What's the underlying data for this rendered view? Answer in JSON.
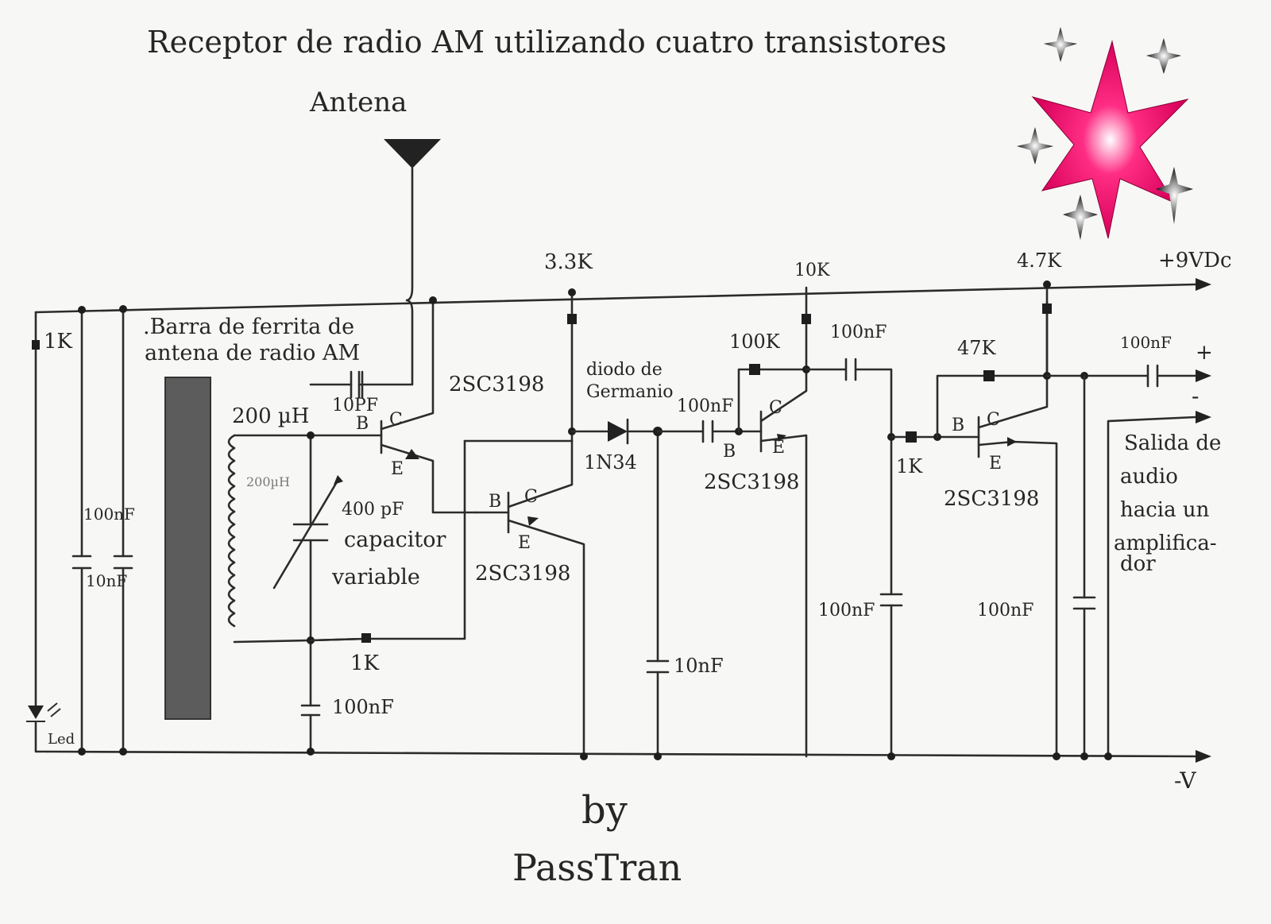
{
  "title": "Receptor de radio AM utilizando cuatro transistores",
  "signature": {
    "by": "by",
    "name": "PassTran"
  },
  "labels": {
    "antenna": "Antena",
    "ferrite_bar_line1": ".Barra de ferrita de",
    "ferrite_bar_line2": "antena de radio AM",
    "led": "Led",
    "pos_rail": "+9VDc",
    "neg_rail": "-V",
    "diode_desc_line1": "diodo de",
    "diode_desc_line2": "Germanio",
    "diode_part": "1N34",
    "var_cap_value": "400 pF",
    "var_cap_line1": "capacitor",
    "var_cap_line2": "variable",
    "audio_out_lines": [
      "Salida de",
      "audio",
      "hacia un",
      "amplifica-",
      "dor"
    ],
    "plus": "+",
    "minus": "-",
    "inductor": "200 µH",
    "inductor_faint": "200µH"
  },
  "resistors": {
    "r_led": "1K",
    "r_33k": "3.3K",
    "r_1k_bias": "1K",
    "r_10k": "10K",
    "r_100k": "100K",
    "r_1k_coupling": "1K",
    "r_47k": "47K",
    "r_47k_load": "4.7K"
  },
  "capacitors": {
    "c_supply1": "100nF",
    "c_supply2": "10nF",
    "c_feedback": "10PF",
    "c_bias": "100nF",
    "c_input": "100nF",
    "c_detector": "10nF",
    "c_coupling": "100nF",
    "c_stage3": "100nF",
    "c_output": "100nF",
    "c_stage4": "100nF"
  },
  "transistors": {
    "part": "2SC3198",
    "pins": {
      "b": "B",
      "c": "C",
      "e": "E"
    }
  },
  "decoration": {
    "star_color": "#ff1f7a",
    "small_star_color": "#555555"
  }
}
